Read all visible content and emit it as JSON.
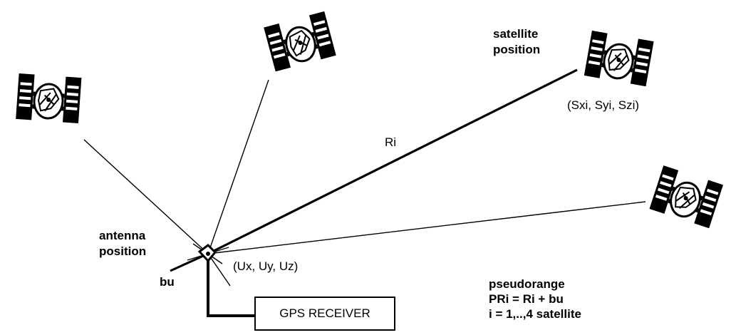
{
  "labels": {
    "satellite_position": [
      "satellite",
      "position"
    ],
    "satellite_coords": "(Sxi, Syi, Szi)",
    "range": "Ri",
    "antenna_position": [
      "antenna",
      "position"
    ],
    "antenna_coords": "(Ux, Uy, Uz)",
    "clock_bias": "bu",
    "receiver": "GPS RECEIVER",
    "pseudorange": [
      "pseudorange",
      "PRi  =  Ri  +  bu",
      "i  =  1,..,4 satellite"
    ]
  },
  "icons": [
    "satellite-icon",
    "satellite-icon",
    "satellite-icon",
    "satellite-icon",
    "antenna-icon"
  ]
}
